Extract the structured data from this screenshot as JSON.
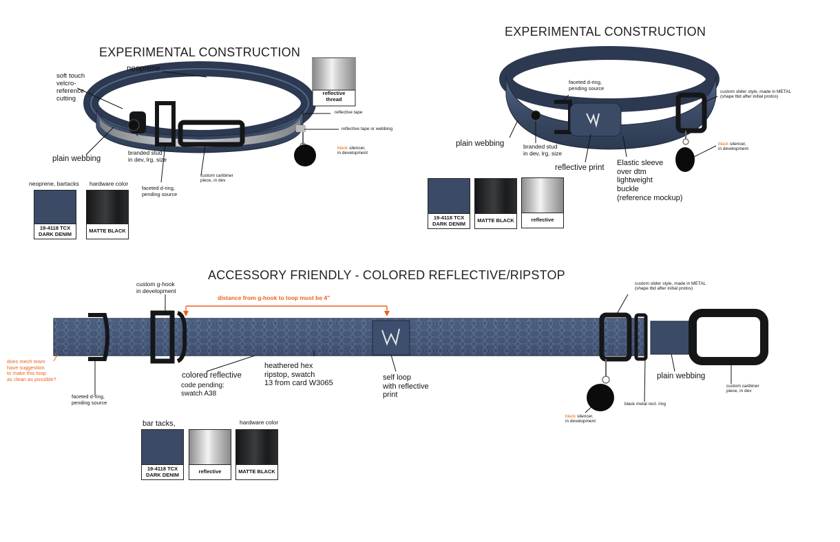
{
  "sections": {
    "top_left": {
      "title": "EXPERIMENTAL CONSTRUCTION",
      "labels": {
        "neoprene": "neoprene",
        "soft_touch": "soft touch\nvelcro-\nreference\ncutting",
        "reflective_tape": "reflective tape",
        "reflective_tape_or_webbing": "reflective tape or webbing",
        "black": "black",
        "silencer": " silencer,\nin development",
        "plain_webbing": "plain webbing",
        "branded_stud": "branded stud\nin dev, lrg. size",
        "custom_caribiner": "custom caribiner\npiece, in dev",
        "faceted_dring": "faceted d-ring,\npending source"
      },
      "reflective_thread": "reflective\nthread",
      "swatch_heading_left": "neoprene, bartacks",
      "swatch_heading_right": "hardware color",
      "swatches": [
        {
          "label": "19-4118 TCX\nDARK DENIM",
          "color": "#3b4b66"
        },
        {
          "label": "MATTE BLACK",
          "color": "#1e2022"
        }
      ]
    },
    "top_right": {
      "title": "EXPERIMENTAL CONSTRUCTION",
      "labels": {
        "faceted_dring": "faceted d-ring,\npending source",
        "custom_slider": "custom slider style, made in METAL\n(shape tbd after initial protos)",
        "plain_webbing": "plain webbing",
        "branded_stud": "branded stud\nin dev, lrg. size",
        "reflective_print": "reflective print",
        "elastic_sleeve": "Elastic sleeve\nover dtm\nlightweight\nbuckle\n(reference mockup)",
        "black": "black",
        "silencer": " silencer,\nin development"
      },
      "swatches": [
        {
          "label": "19-4118 TCX\nDARK DENIM",
          "color": "#3b4b66"
        },
        {
          "label": "MATTE BLACK",
          "color": "#1e2022"
        },
        {
          "label": "reflective",
          "color": "#cfcfcf"
        }
      ]
    },
    "bottom": {
      "title": "ACCESSORY FRIENDLY - COLORED REFLECTIVE/RIPSTOP",
      "labels": {
        "custom_ghook": "custom g-hook\nin development",
        "distance_note": "distance from g-hook to loop must be 4\"",
        "custom_slider": "custom slider style, made in METAL\n(shape tbd after initial protos)",
        "mech_team_note": "does mech team\nhave suggestion\nto make this loop\nas clean as possible?",
        "faceted_dring": "faceted d-ring,\npending source",
        "colored_reflective": "colored reflective",
        "code_pending": "code pending:\nswatch A38",
        "heathered_hex": "heathered hex\nripstop, swatch\n13 from card W3065",
        "self_loop": "self loop\nwith reflective\nprint",
        "plain_webbing": "plain webbing",
        "custom_caribiner": "custom caribiner\npiece, in dev",
        "black_metal_ring": "black metal rect. ring",
        "black": "black",
        "silencer": " silencer,\nin development"
      },
      "swatch_heading_left": "bar tacks,",
      "swatch_heading_right": "hardware color",
      "swatches": [
        {
          "label": "19-4118 TCX\nDARK DENIM",
          "color": "#3b4b66"
        },
        {
          "label": "reflective",
          "color": "#cfcfcf"
        },
        {
          "label": "MATTE BLACK",
          "color": "#1e2022"
        }
      ]
    }
  },
  "colors": {
    "denim": "#3b4b66",
    "accent_orange": "#e8641c",
    "hardware_black": "#1e2022"
  }
}
